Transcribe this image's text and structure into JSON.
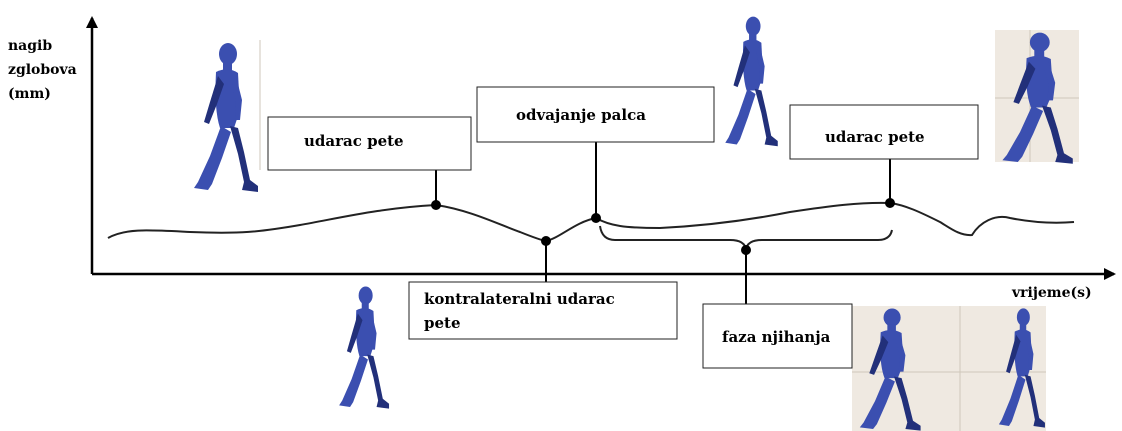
{
  "axes": {
    "y_label_lines": [
      "nagib",
      "zglobova",
      "(mm)"
    ],
    "x_label": "vrijeme(s)"
  },
  "events": {
    "heel_strike_1": "udarac pete",
    "toe_off": "odvajanje palca",
    "heel_strike_2": "udarac pete",
    "contralateral_lines": [
      "kontralateralni udarac",
      "pete"
    ],
    "swing_phase": "faza njihanja"
  },
  "colors": {
    "figure": "#3b4fb0",
    "figure_shadow": "#22307a",
    "photo_background": "#efe9e1"
  }
}
